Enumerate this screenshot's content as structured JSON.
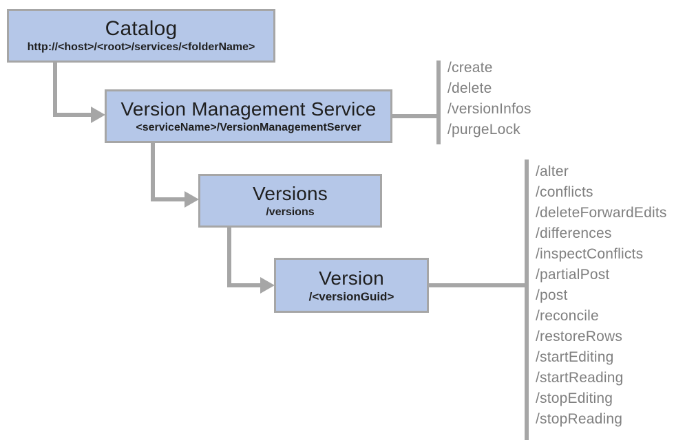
{
  "colors": {
    "box_fill": "#b5c7e8",
    "box_border": "#a6a6a6",
    "connector": "#a6a6a6",
    "box_text": "#1f1f1f",
    "endpoint_text": "#7f7f7f",
    "background": "#ffffff"
  },
  "nodes": [
    {
      "id": "catalog",
      "title": "Catalog",
      "subtitle": "http://<host>/<root>/services/<folderName>"
    },
    {
      "id": "version-management-service",
      "title": "Version Management Service",
      "subtitle": "<serviceName>/VersionManagementServer"
    },
    {
      "id": "versions",
      "title": "Versions",
      "subtitle": "/versions"
    },
    {
      "id": "version",
      "title": "Version",
      "subtitle": "/<versionGuid>"
    }
  ],
  "endpoint_groups": [
    {
      "parent": "version-management-service",
      "items": [
        "/create",
        "/delete",
        "/versionInfos",
        "/purgeLock"
      ]
    },
    {
      "parent": "version",
      "items": [
        "/alter",
        "/conflicts",
        "/deleteForwardEdits",
        "/differences",
        "/inspectConflicts",
        "/partialPost",
        "/post",
        "/reconcile",
        "/restoreRows",
        "/startEditing",
        "/startReading",
        "/stopEditing",
        "/stopReading"
      ]
    }
  ]
}
